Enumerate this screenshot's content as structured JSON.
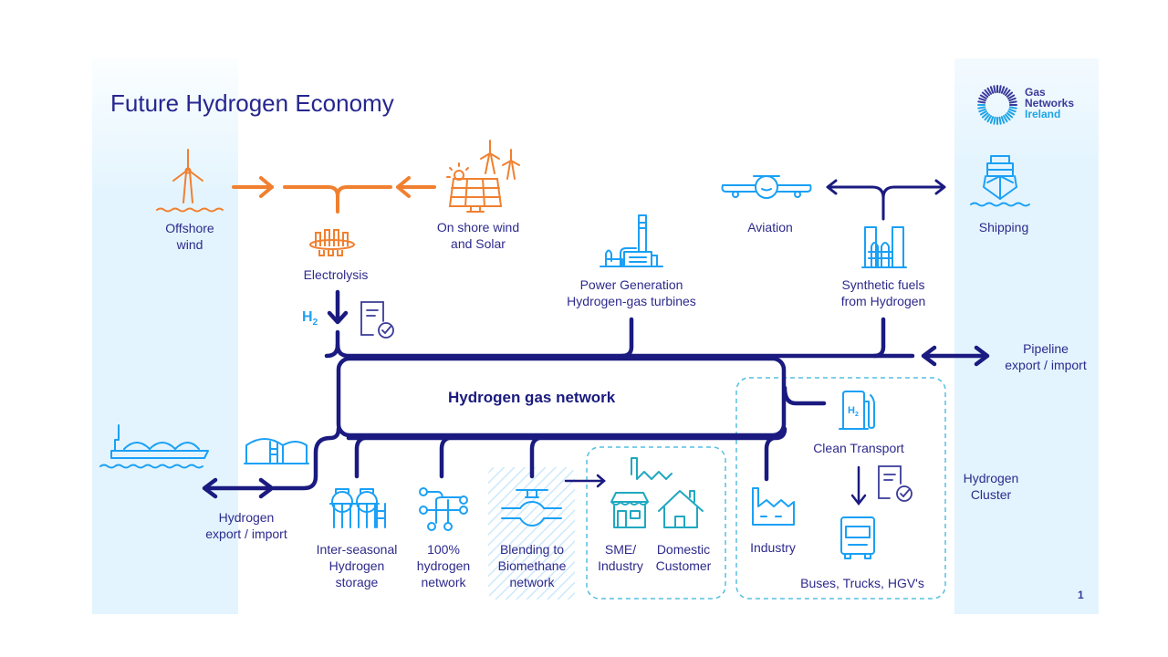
{
  "title": "Future Hydrogen Economy",
  "logo": {
    "line1": "Gas",
    "line2": "Networks",
    "line3": "Ireland",
    "icon": "sunburst-ring-icon"
  },
  "colors": {
    "navy": "#1a1a80",
    "orange": "#f08030",
    "light_blue": "#1aa0f5",
    "teal": "#20a8c0",
    "band": "#e3f4fe",
    "text": "#2d2a8c"
  },
  "central": {
    "label": "Hydrogen gas network"
  },
  "nodes": {
    "offshore_wind": {
      "line1": "Offshore",
      "line2": "wind",
      "icon": "offshore-wind-turbine-icon"
    },
    "electrolysis": {
      "label": "Electrolysis",
      "icon": "electrolysis-icon"
    },
    "onshore": {
      "line1": "On shore wind",
      "line2": "and Solar",
      "icon": "wind-solar-icon"
    },
    "h2": {
      "label": "H",
      "sub": "2"
    },
    "power_generation": {
      "line1": "Power Generation",
      "line2": "Hydrogen-gas turbines",
      "icon": "power-plant-icon"
    },
    "aviation": {
      "label": "Aviation",
      "icon": "airplane-icon"
    },
    "synthetic_fuels": {
      "line1": "Synthetic fuels",
      "line2": "from Hydrogen",
      "icon": "refinery-icon"
    },
    "shipping": {
      "label": "Shipping",
      "icon": "ship-icon"
    },
    "pipeline": {
      "line1": "Pipeline",
      "line2": "export / import"
    },
    "hydrogen_export": {
      "line1": "Hydrogen",
      "line2": "export / import",
      "icon": "tanker-ship-icon"
    },
    "storage": {
      "line1": "Inter-seasonal",
      "line2": "Hydrogen",
      "line3": "storage",
      "icon": "storage-tanks-icon"
    },
    "network_100": {
      "line1": "100%",
      "line2": "hydrogen",
      "line3": "network",
      "icon": "network-circuit-icon"
    },
    "blending": {
      "line1": "Blending to",
      "line2": "Biomethane",
      "line3": "network",
      "icon": "pipe-valve-icon"
    },
    "sme": {
      "line1": "SME/",
      "line2": "Industry",
      "icon": "shop-icon"
    },
    "domestic": {
      "line1": "Domestic",
      "line2": "Customer",
      "icon": "house-icon"
    },
    "industry": {
      "label": "Industry",
      "icon": "factory-icon"
    },
    "clean_transport": {
      "label": "Clean Transport",
      "icon": "h2-fuel-pump-icon"
    },
    "buses": {
      "label": "Buses, Trucks, HGV's",
      "icon": "truck-icon"
    },
    "cluster": {
      "line1": "Hydrogen",
      "line2": "Cluster"
    }
  },
  "page_number": "1"
}
